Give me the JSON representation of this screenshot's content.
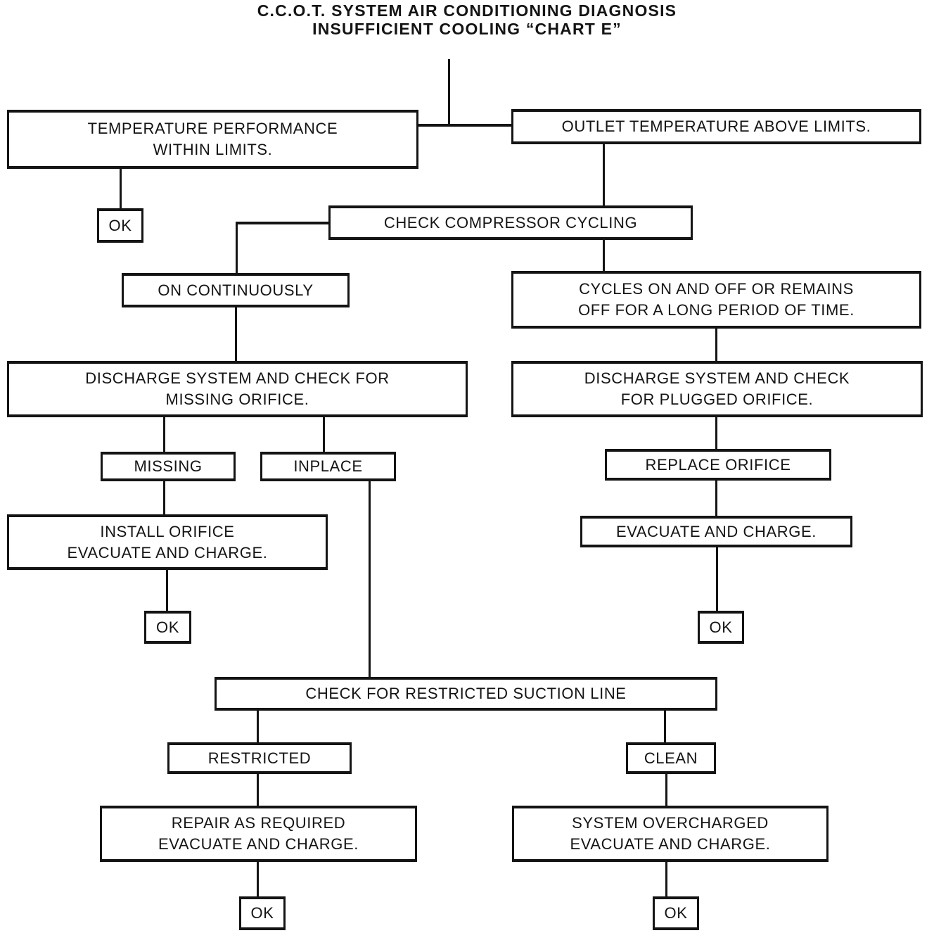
{
  "title": "C.C.O.T. SYSTEM AIR CONDITIONING DIAGNOSIS\nINSUFFICIENT COOLING “CHART E”",
  "colors": {
    "ink": "#141414",
    "background": "#ffffff"
  },
  "diagram_type": "flowchart",
  "nodes": {
    "temperature_within_limits": "TEMPERATURE PERFORMANCE\nWITHIN LIMITS.",
    "outlet_above_limits": "OUTLET TEMPERATURE ABOVE LIMITS.",
    "ok_1": "OK",
    "check_compressor_cycling": "CHECK COMPRESSOR CYCLING",
    "on_continuously": "ON CONTINUOUSLY",
    "cycles_on_off": "CYCLES ON AND OFF OR REMAINS\nOFF FOR A LONG PERIOD OF TIME.",
    "discharge_missing": "DISCHARGE SYSTEM AND CHECK FOR\nMISSING ORIFICE.",
    "discharge_plugged": "DISCHARGE SYSTEM AND CHECK\nFOR PLUGGED ORIFICE.",
    "missing": "MISSING",
    "inplace": "INPLACE",
    "replace_orifice": "REPLACE ORIFICE",
    "install_orifice": "INSTALL ORIFICE\nEVACUATE AND CHARGE.",
    "evacuate_and_charge": "EVACUATE AND CHARGE.",
    "ok_2": "OK",
    "ok_3": "OK",
    "check_restricted_suction": "CHECK FOR RESTRICTED SUCTION LINE",
    "restricted": "RESTRICTED",
    "clean": "CLEAN",
    "repair_as_required": "REPAIR AS REQUIRED\nEVACUATE AND CHARGE.",
    "system_overcharged": "SYSTEM OVERCHARGED\nEVACUATE AND CHARGE.",
    "ok_4": "OK",
    "ok_5": "OK"
  },
  "edges": [
    "title -> junction",
    "temperature_within_limits -> ok_1",
    "outlet_above_limits -> check_compressor_cycling",
    "check_compressor_cycling -> on_continuously",
    "check_compressor_cycling -> cycles_on_off",
    "on_continuously -> discharge_missing",
    "cycles_on_off -> discharge_plugged",
    "discharge_missing -> missing",
    "discharge_missing -> inplace",
    "discharge_plugged -> replace_orifice",
    "missing -> install_orifice",
    "install_orifice -> ok_2",
    "replace_orifice -> evacuate_and_charge",
    "evacuate_and_charge -> ok_3",
    "inplace -> check_restricted_suction",
    "check_restricted_suction -> restricted",
    "check_restricted_suction -> clean",
    "restricted -> repair_as_required",
    "clean -> system_overcharged",
    "repair_as_required -> ok_4",
    "system_overcharged -> ok_5"
  ]
}
